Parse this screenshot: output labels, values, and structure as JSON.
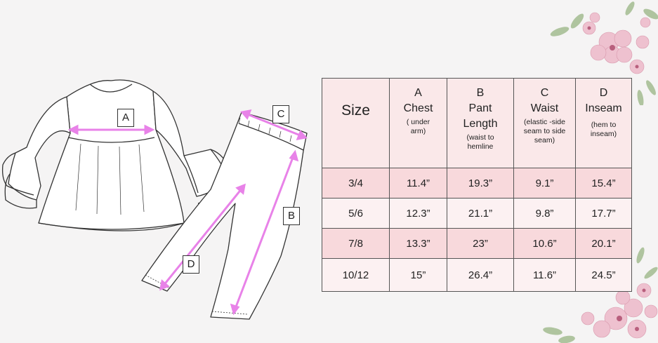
{
  "diagram": {
    "labels": [
      "A",
      "B",
      "C",
      "D"
    ],
    "arrow_color": "#e882e8"
  },
  "table": {
    "header": {
      "size": "Size",
      "columns": [
        {
          "letter": "A",
          "name": "Chest",
          "note": "( under arm)"
        },
        {
          "letter": "B",
          "name": "Pant Length",
          "note": "(waist to hemline"
        },
        {
          "letter": "C",
          "name": "Waist",
          "note": "(elastic -side seam to side seam)"
        },
        {
          "letter": "D",
          "name": "Inseam",
          "note": "(hem to inseam)"
        }
      ]
    },
    "rows": [
      {
        "size": "3/4",
        "values": [
          "11.4”",
          "19.3”",
          "9.1”",
          "15.4”"
        ]
      },
      {
        "size": "5/6",
        "values": [
          "12.3”",
          "21.1”",
          "9.8”",
          "17.7”"
        ]
      },
      {
        "size": "7/8",
        "values": [
          "13.3”",
          "23”",
          "10.6”",
          "20.1”"
        ]
      },
      {
        "size": "10/12",
        "values": [
          "15”",
          "26.4”",
          "11.6”",
          "24.5”"
        ]
      }
    ],
    "colors": {
      "pink_row": "#f8d9dc",
      "light_row": "#fcf1f2",
      "header": "#fae8e9"
    }
  },
  "decoration": {
    "flower_color": "#e8b4c4",
    "leaf_color": "#9bb38a"
  }
}
